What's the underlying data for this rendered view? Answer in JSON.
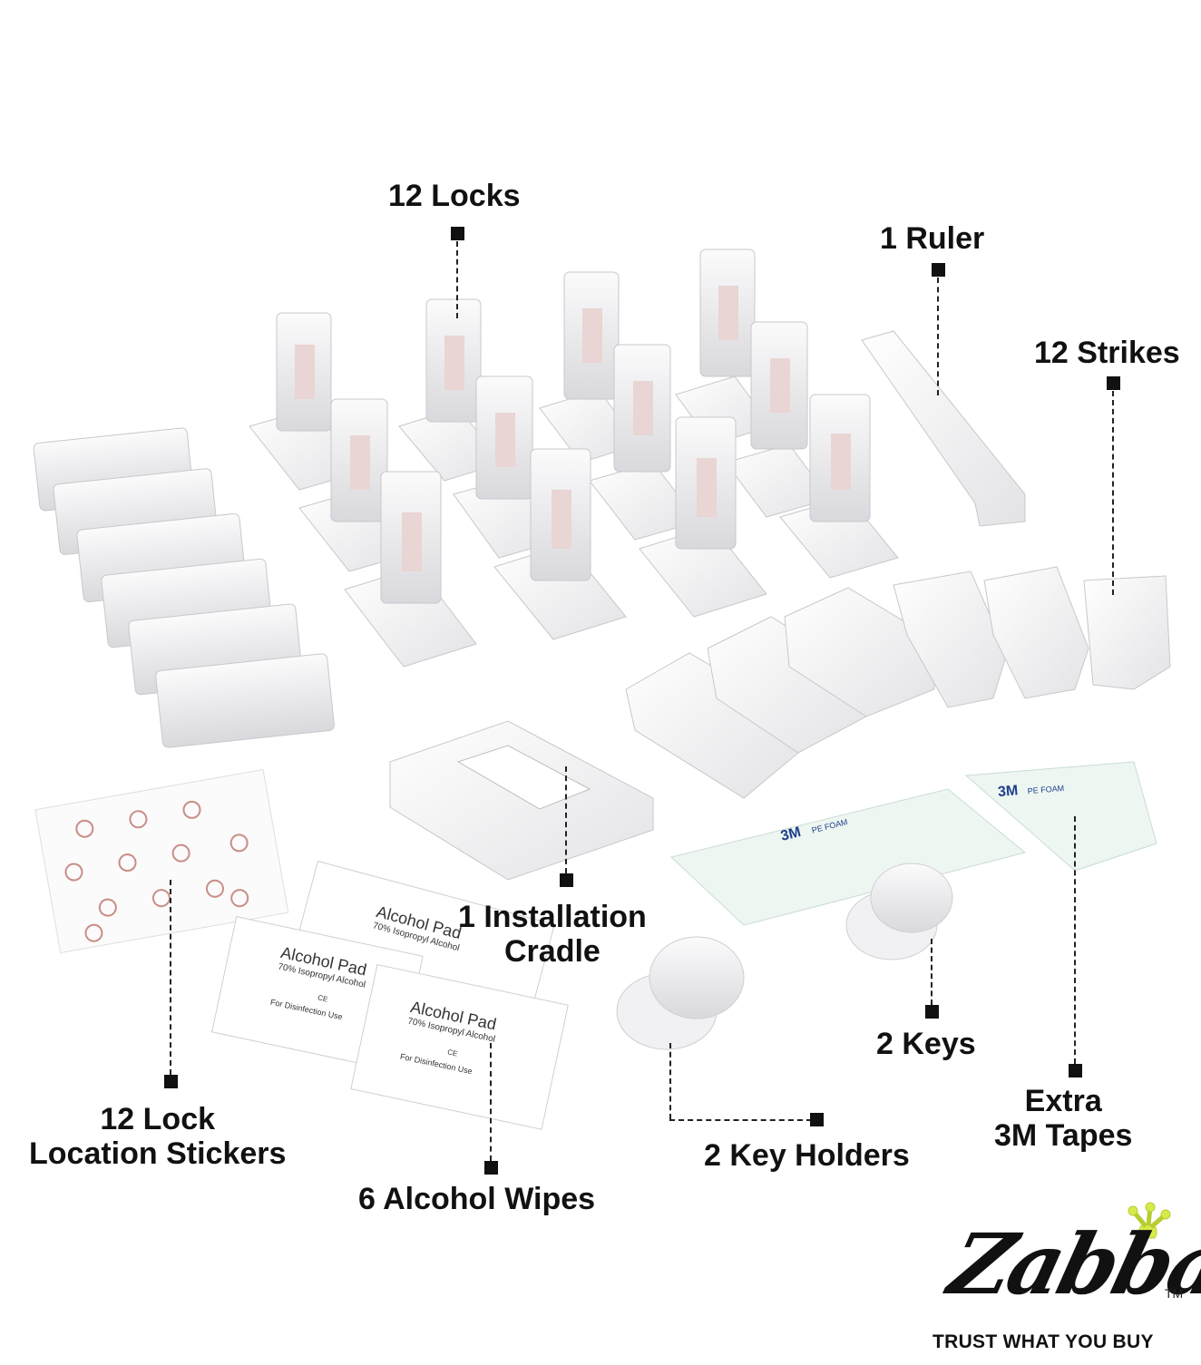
{
  "labels": {
    "locks": "12 Locks",
    "ruler": "1 Ruler",
    "strikes": "12 Strikes",
    "cradle_line1": "1 Installation",
    "cradle_line2": "Cradle",
    "keys": "2 Keys",
    "tapes_line1": "Extra",
    "tapes_line2": "3M Tapes",
    "stickers_line1": "12 Lock",
    "stickers_line2": "Location Stickers",
    "key_holders": "2 Key Holders",
    "wipes": "6 Alcohol Wipes"
  },
  "alcohol_pad": {
    "title": "Alcohol Pad",
    "subtitle": "70% Isopropyl Alcohol",
    "mark": "CE",
    "use": "For Disinfection Use"
  },
  "tape_print": {
    "brand": "3M",
    "material": "PE FOAM"
  },
  "brand": {
    "logo": "Zabba",
    "trademark": "TM",
    "tagline": "TRUST WHAT YOU BUY"
  }
}
